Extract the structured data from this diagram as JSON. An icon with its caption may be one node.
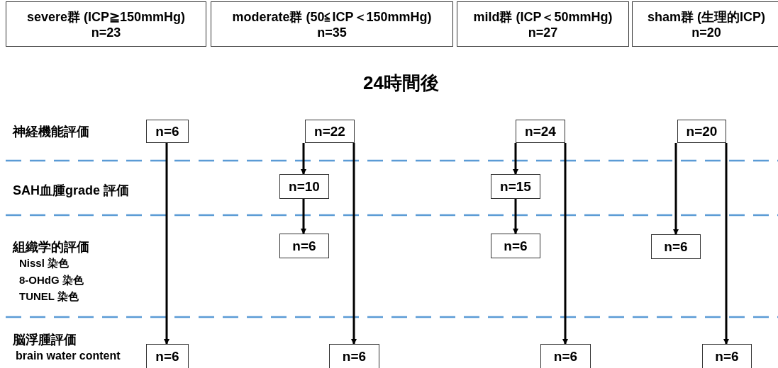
{
  "diagram": {
    "title": "24時間後",
    "nodes": [
      {
        "text": [
          "severe群 (ICP≧150mmHg)",
          "n=23"
        ]
      },
      {
        "text": [
          "moderate群 (50≦ICP＜150mmHg)",
          "n=35"
        ]
      },
      {
        "text": [
          "mild群 (ICP＜50mmHg)",
          "n=27"
        ]
      },
      {
        "text": [
          "sham群 (生理的ICP)",
          "n=20"
        ]
      },
      {
        "text": [
          "n=6"
        ]
      },
      {
        "text": [
          "n=22"
        ]
      },
      {
        "text": [
          "n=24"
        ]
      },
      {
        "text": [
          "n=20"
        ]
      },
      {
        "text": [
          "n=10"
        ]
      },
      {
        "text": [
          "n=15"
        ]
      },
      {
        "text": [
          "n=6"
        ]
      },
      {
        "text": [
          "n=6"
        ]
      },
      {
        "text": [
          "n=6"
        ]
      },
      {
        "text": [
          "n=6"
        ]
      },
      {
        "text": [
          "n=6"
        ]
      },
      {
        "text": [
          "n=6"
        ]
      },
      {
        "text": [
          "n=6"
        ]
      }
    ],
    "edges": [
      {
        "from": 4,
        "to": 13,
        "arrow": "to"
      },
      {
        "from": 5,
        "to": 8,
        "arrow": "to"
      },
      {
        "from": 8,
        "to": 10,
        "arrow": "to"
      },
      {
        "from": 5,
        "to": 14,
        "arrow": "to"
      },
      {
        "from": 6,
        "to": 9,
        "arrow": "to"
      },
      {
        "from": 9,
        "to": 11,
        "arrow": "to"
      },
      {
        "from": 6,
        "to": 15,
        "arrow": "to"
      },
      {
        "from": 7,
        "to": 12,
        "arrow": "to"
      },
      {
        "from": 7,
        "to": 16,
        "arrow": "to"
      }
    ],
    "labels": [
      "神経機能評価",
      "SAH血腫grade 評価",
      "組織学的評価",
      "Nissl 染色",
      "8-OHdG 染色",
      "TUNEL 染色",
      "脳浮腫評価",
      "brain water content"
    ]
  }
}
